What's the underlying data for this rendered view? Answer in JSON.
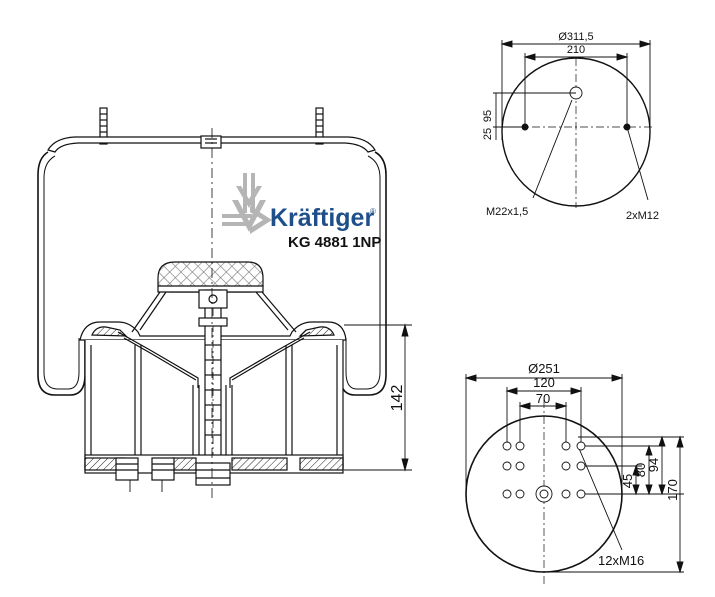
{
  "brand": {
    "name": "Kräftiger",
    "registered_mark": "®",
    "model": "KG 4881 1NP",
    "color": "#1f4f8a",
    "icon": "arrows-logo-icon"
  },
  "side_view": {
    "height_label": "142"
  },
  "top_plate": {
    "diameter_label": "Ø311,5",
    "spacing_label": "210",
    "offset_95": "95",
    "offset_25": "25",
    "center_thread": "M22x1,5",
    "stud_thread": "2xM12"
  },
  "bottom_plate": {
    "diameter_label": "Ø251",
    "spacing_120": "120",
    "spacing_70": "70",
    "v45": "45",
    "v80": "80",
    "v94": "94",
    "v170": "170",
    "hole_thread": "12xM16"
  }
}
